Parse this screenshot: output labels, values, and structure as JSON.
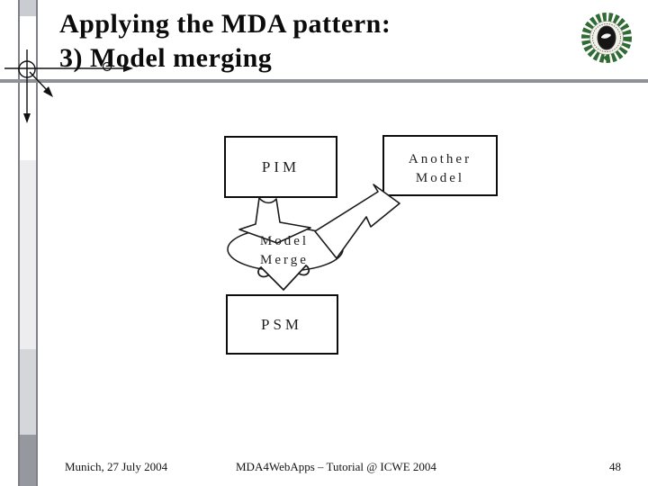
{
  "header": {
    "title_line1": "Applying the MDA pattern:",
    "title_line2": "3) Model merging"
  },
  "diagram": {
    "type": "flow-diagram",
    "nodes": {
      "pim": {
        "label": "PIM",
        "shape": "rectangle"
      },
      "another_model": {
        "label_line1": "Another",
        "label_line2": "Model",
        "shape": "rectangle"
      },
      "model_merge": {
        "label_line1": "Model",
        "label_line2": "Merge",
        "shape": "ellipse"
      },
      "psm": {
        "label": "PSM",
        "shape": "rectangle"
      }
    },
    "connections": [
      {
        "from": "PIM",
        "to": "Model Merge",
        "style": "hollow-block-arrow"
      },
      {
        "from": "Another Model",
        "to": "Model Merge",
        "style": "hollow-block-arrow"
      },
      {
        "from": "Model Merge",
        "to": "PSM",
        "style": "open-arrowhead"
      }
    ]
  },
  "footer": {
    "left": "Munich, 27 July 2004",
    "center": "MDA4WebApps – Tutorial @ ICWE 2004",
    "page_number": "48"
  },
  "icons": {
    "compass": "drafting-compass-icon",
    "seal": "university-seal-logo"
  },
  "colors": {
    "rail_line": "#7d8086",
    "rail_segment_top": "#c9cdd1",
    "rail_segment_light": "#ededf0",
    "rail_segment_mid": "#d4d6da",
    "rail_segment_dark": "#95989f",
    "separator": "#8e9196",
    "ink": "#111111",
    "wreath_green": "#2f6b33"
  }
}
